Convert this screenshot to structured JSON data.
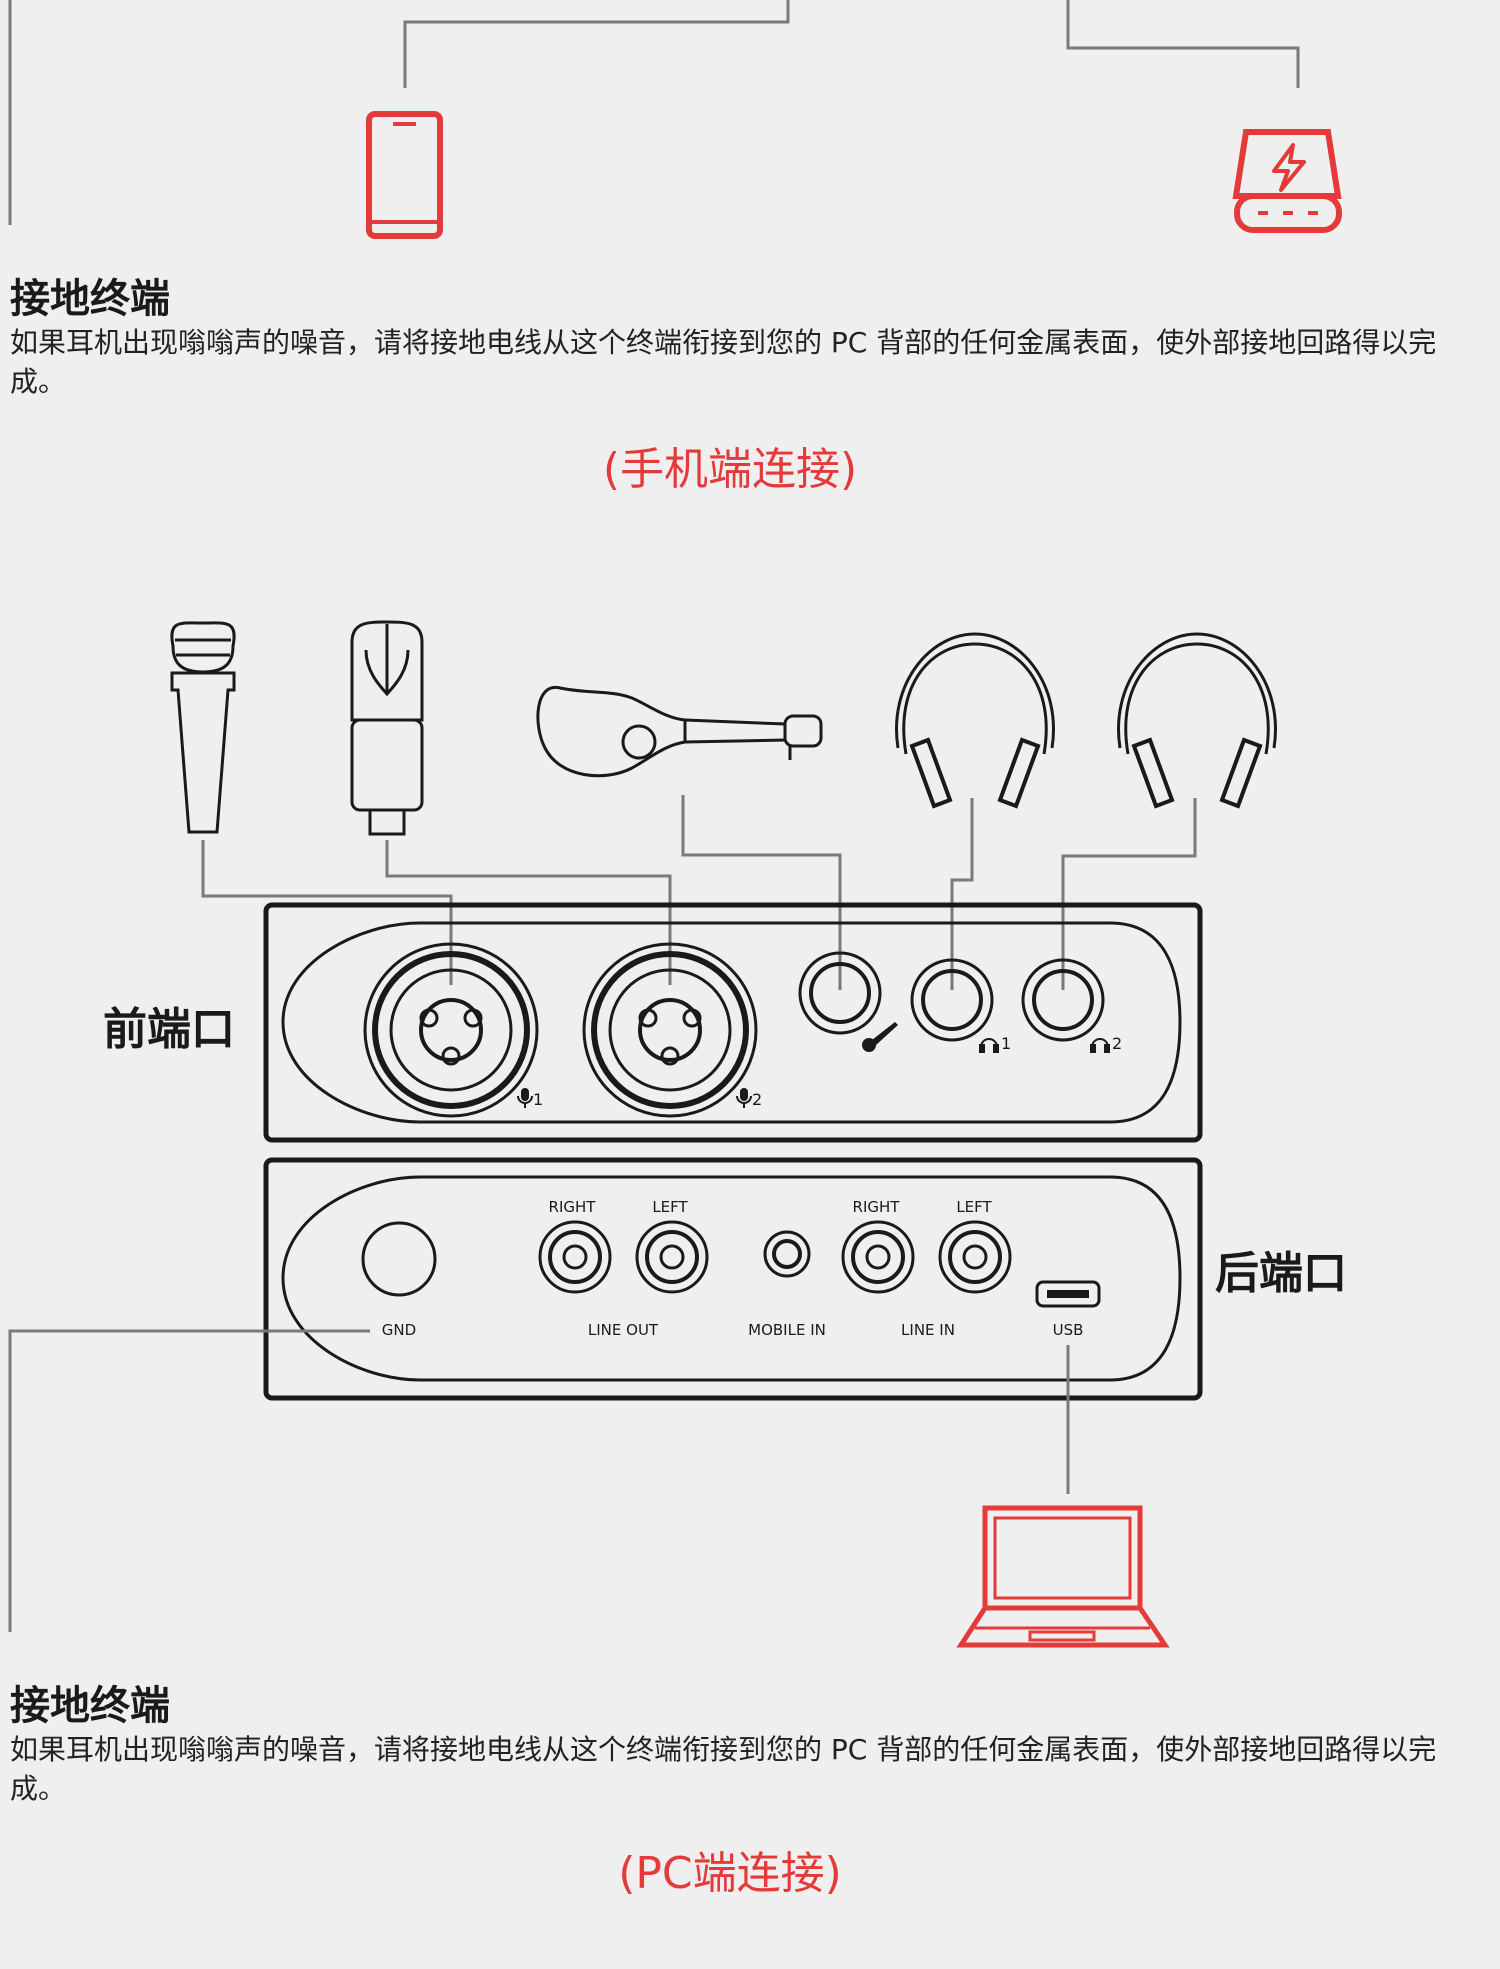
{
  "section_mobile": {
    "ground_title": "接地终端",
    "ground_desc": "如果耳机出现嗡嗡声的噪音，请将接地电线从这个终端衔接到您的 PC 背部的任何金属表面，使外部接地回路得以完成。",
    "caption": "(手机端连接)"
  },
  "front_panel": {
    "title": "前端口",
    "mic1_label": "1",
    "mic2_label": "2",
    "hp1_label": "1",
    "hp2_label": "2"
  },
  "rear_panel": {
    "title": "后端口",
    "gnd": "GND",
    "line_out": "LINE OUT",
    "mobile_in": "MOBILE IN",
    "line_in": "LINE IN",
    "usb": "USB",
    "right_1": "RIGHT",
    "left_1": "LEFT",
    "right_2": "RIGHT",
    "left_2": "LEFT"
  },
  "section_pc": {
    "ground_title": "接地终端",
    "ground_desc": "如果耳机出现嗡嗡声的噪音，请将接地电线从这个终端衔接到您的 PC 背部的任何金属表面，使外部接地回路得以完成。",
    "caption": "(PC端连接)"
  },
  "colors": {
    "accent": "#e43a3a",
    "line": "#7a7a7a",
    "ink": "#1a1a1a",
    "background": "#efefef"
  },
  "icons": [
    "phone-icon",
    "power-bank-icon",
    "handheld-mic-icon",
    "condenser-mic-icon",
    "guitar-icon",
    "headphones-icon",
    "laptop-icon"
  ]
}
